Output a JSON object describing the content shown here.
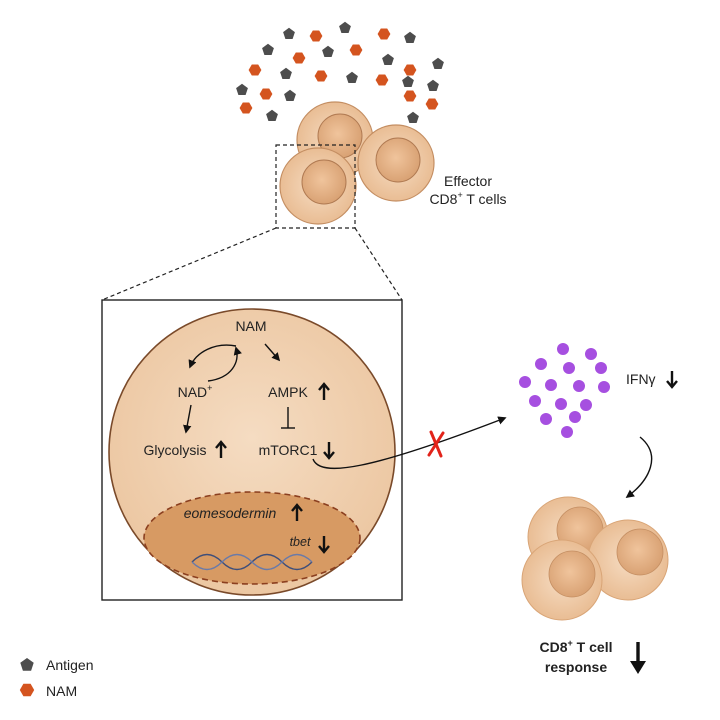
{
  "top_cells": {
    "label_line1": "Effector",
    "label_line2_pre": "CD8",
    "label_line2_sup": "+",
    "label_line2_post": " T cells"
  },
  "pathway": {
    "nam": "NAM",
    "nad": "NAD",
    "nad_sup": "+",
    "ampk": "AMPK",
    "glycolysis": "Glycolysis",
    "mtorc1": "mTORC1",
    "eomes": "eomesodermin",
    "tbet": "tbet"
  },
  "secreted": {
    "ifng": "IFNγ"
  },
  "response": {
    "line1_pre": "CD8",
    "line1_sup": "+",
    "line1_post": " T cell",
    "line2": "response"
  },
  "legend": [
    {
      "label": "Antigen",
      "icon": "pentagon-icon",
      "color": "#4d4d4d"
    },
    {
      "label": "NAM",
      "icon": "hexagon-icon",
      "color": "#d4541f"
    }
  ],
  "colors": {
    "cell": "#efc9a4",
    "cell_nucleus": "#e6ad7d",
    "cell_outline": "#b07a52",
    "zoom_cell": "#f1d3b5",
    "zoom_cell_outline": "#7a4a2a",
    "nucleus_fill": "#d79a63",
    "nucleus_outline": "#8b3f1f",
    "antigen": "#4d4d4d",
    "nam": "#d4541f",
    "ifng_dot": "#a64fe0",
    "block_x": "#e2231a"
  }
}
